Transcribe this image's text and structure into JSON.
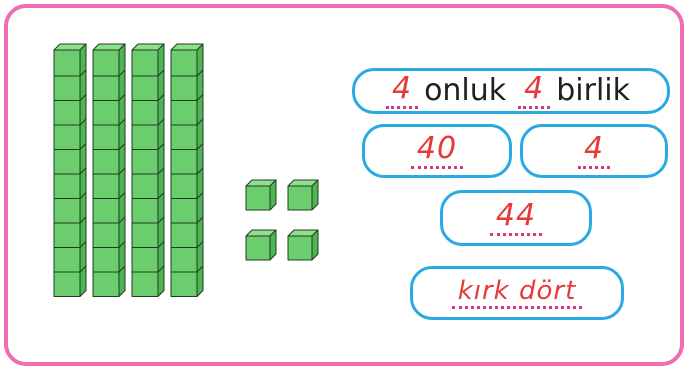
{
  "place_value": {
    "tens": {
      "count": 4,
      "cubes_per_rod": 10
    },
    "ones": {
      "count": 4
    }
  },
  "colors": {
    "frame": "#ef6db4",
    "pill_border": "#29abe2",
    "cube_fill": "#6ccd6f",
    "handwriting": "#e63a3a",
    "dotted_line": "#d8367f"
  },
  "labels": {
    "tens_number": "4",
    "tens_word": "onluk",
    "ones_number": "4",
    "ones_word": "birlik",
    "tens_value": "40",
    "ones_value": "4",
    "total": "44",
    "words": "kırk dört"
  }
}
